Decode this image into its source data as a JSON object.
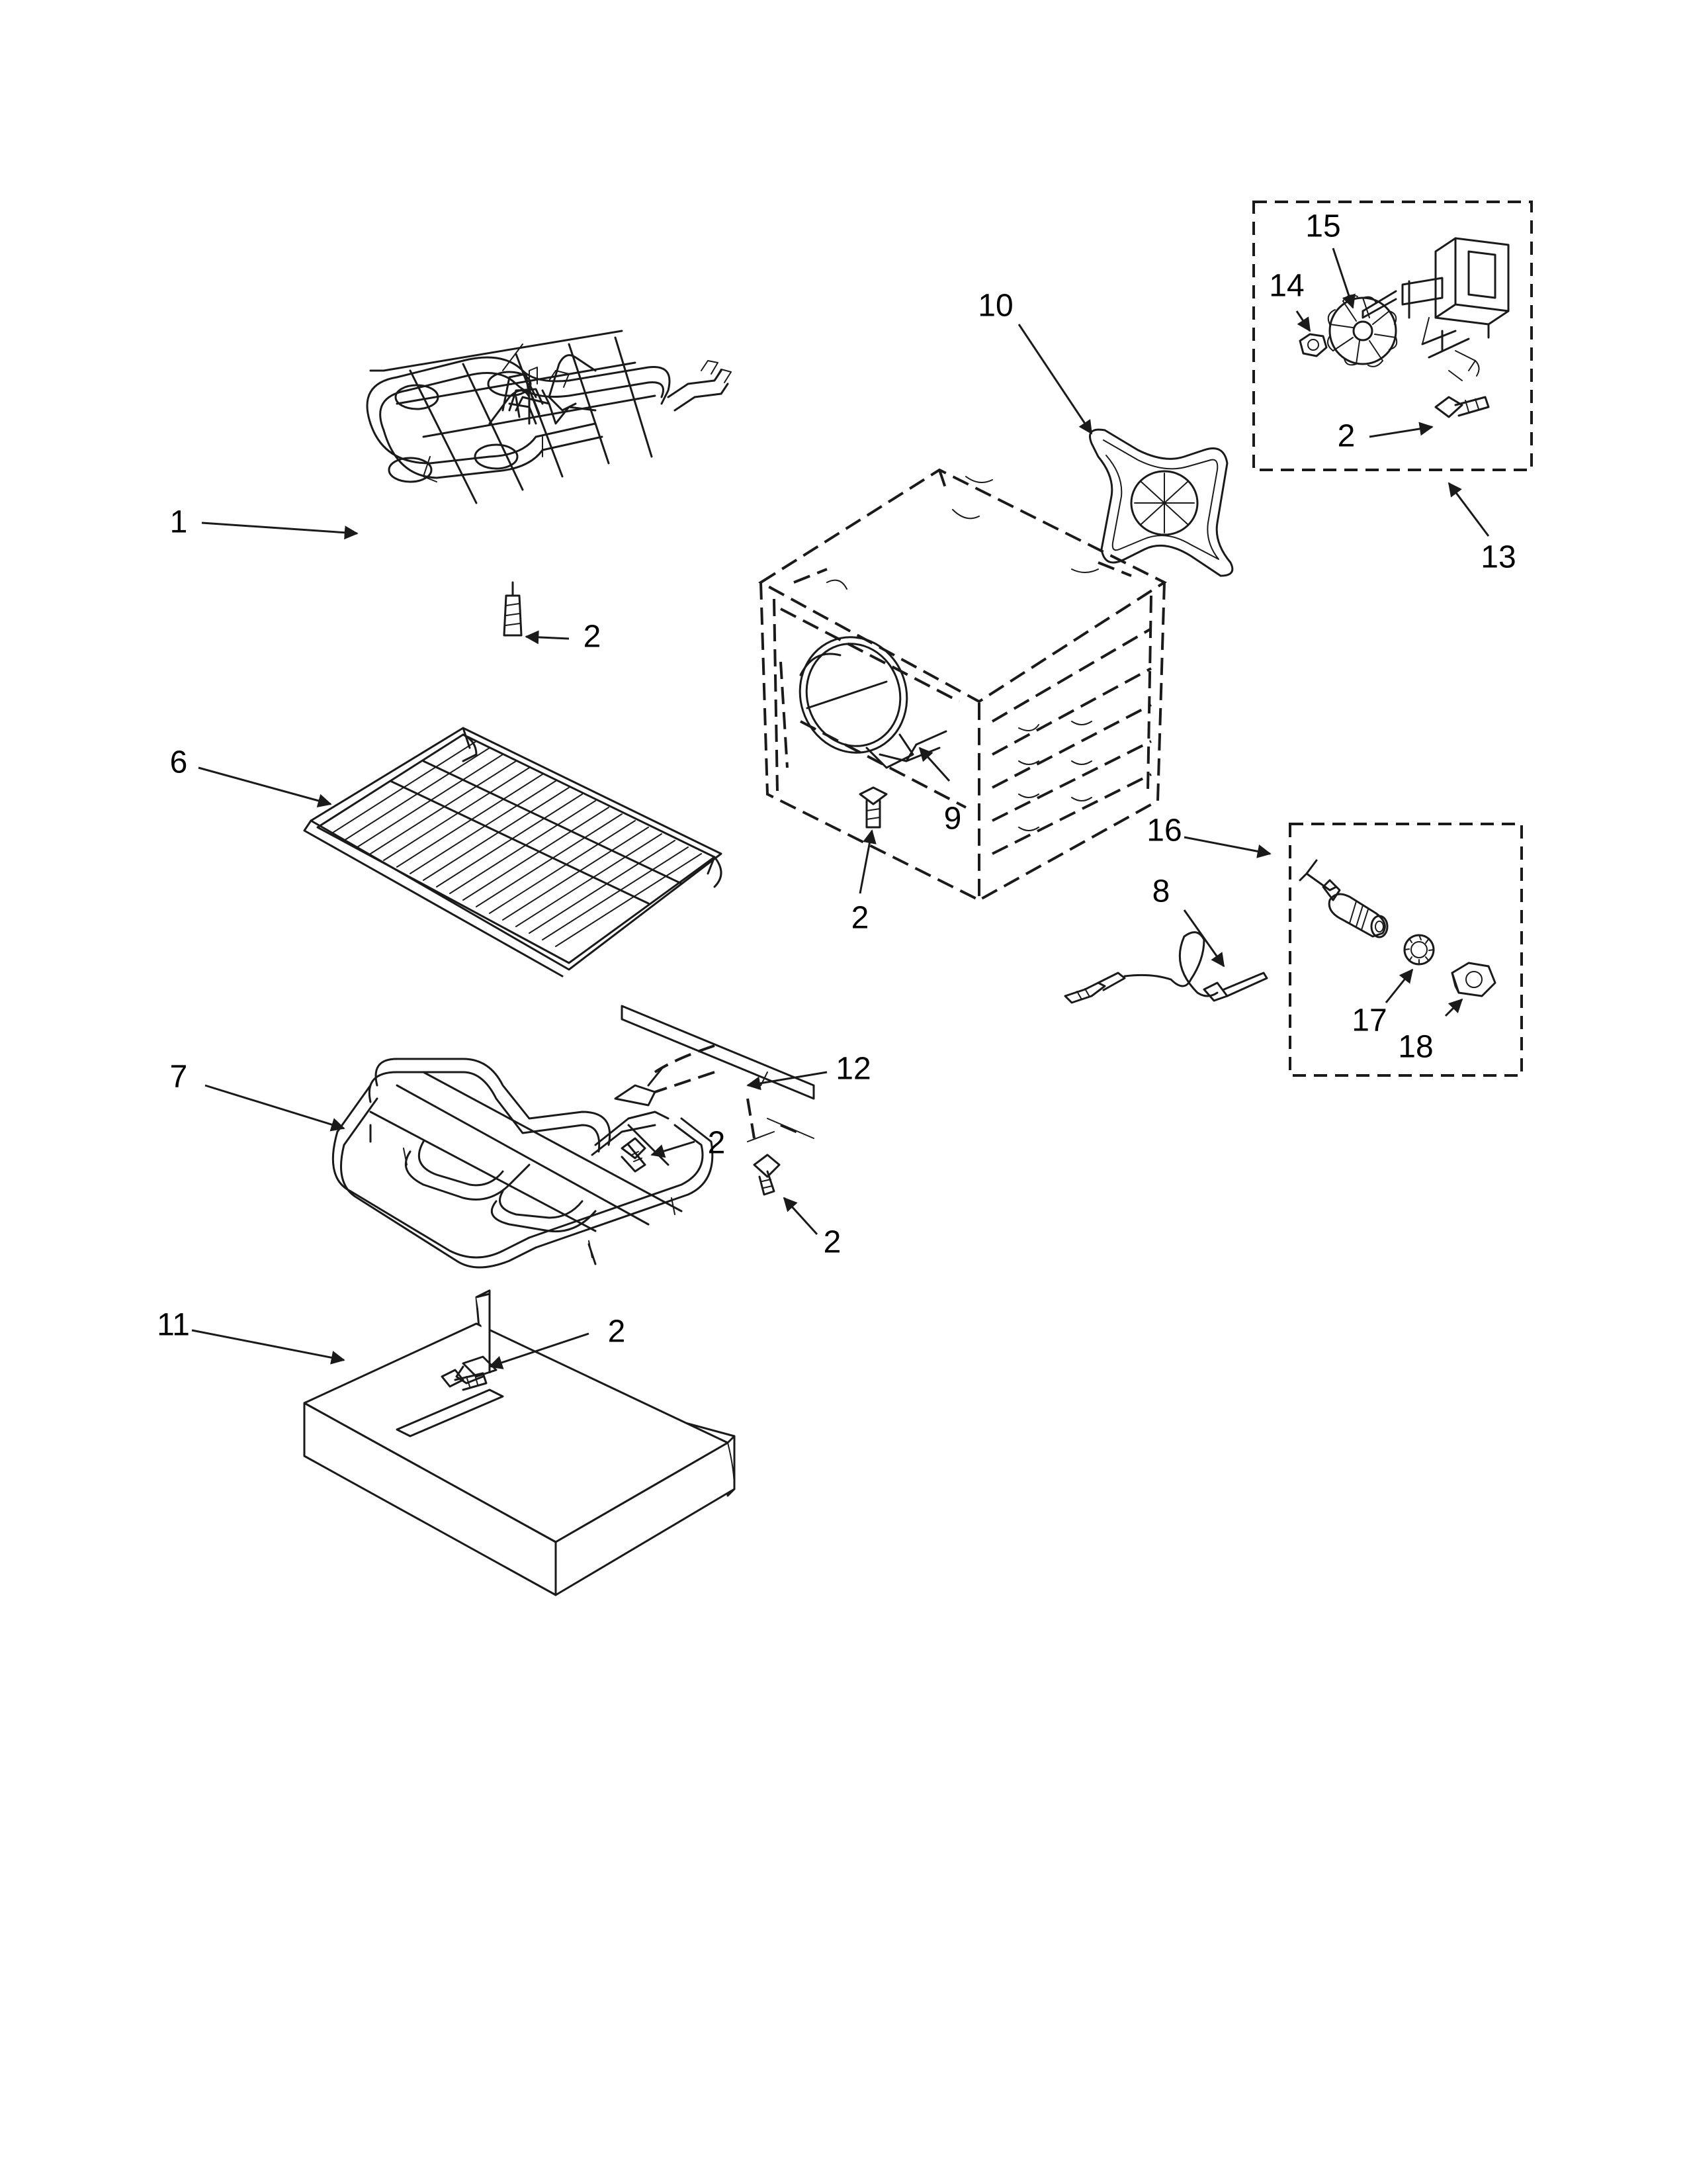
{
  "callouts": [
    {
      "id": "c1",
      "label": "1"
    },
    {
      "id": "c2a",
      "label": "2"
    },
    {
      "id": "c6",
      "label": "6"
    },
    {
      "id": "c10",
      "label": "10"
    },
    {
      "id": "c9",
      "label": "9"
    },
    {
      "id": "c2b",
      "label": "2"
    },
    {
      "id": "c15",
      "label": "15"
    },
    {
      "id": "c14",
      "label": "14"
    },
    {
      "id": "c2c",
      "label": "2"
    },
    {
      "id": "c13",
      "label": "13"
    },
    {
      "id": "c16",
      "label": "16"
    },
    {
      "id": "c8",
      "label": "8"
    },
    {
      "id": "c17",
      "label": "17"
    },
    {
      "id": "c18",
      "label": "18"
    },
    {
      "id": "c7",
      "label": "7"
    },
    {
      "id": "c12",
      "label": "12"
    },
    {
      "id": "c2d",
      "label": "2"
    },
    {
      "id": "c2e",
      "label": "2"
    },
    {
      "id": "c11",
      "label": "11"
    },
    {
      "id": "c2f",
      "label": "2"
    }
  ],
  "parts": [
    {
      "ref": "1",
      "icon": "bake-element-icon"
    },
    {
      "ref": "2",
      "icon": "screw-icon"
    },
    {
      "ref": "6",
      "icon": "oven-rack-icon"
    },
    {
      "ref": "7",
      "icon": "broil-element-icon"
    },
    {
      "ref": "8",
      "icon": "meat-probe-icon"
    },
    {
      "ref": "9",
      "icon": "convection-element-icon"
    },
    {
      "ref": "10",
      "icon": "gasket-icon"
    },
    {
      "ref": "11",
      "icon": "element-cover-icon"
    },
    {
      "ref": "12",
      "icon": "bracket-icon"
    },
    {
      "ref": "13",
      "icon": "fan-motor-assembly-icon"
    },
    {
      "ref": "14",
      "icon": "nut-icon"
    },
    {
      "ref": "15",
      "icon": "fan-blade-icon"
    },
    {
      "ref": "16",
      "icon": "probe-jack-assembly-icon"
    },
    {
      "ref": "17",
      "icon": "lock-washer-icon"
    },
    {
      "ref": "18",
      "icon": "nut-icon"
    }
  ]
}
